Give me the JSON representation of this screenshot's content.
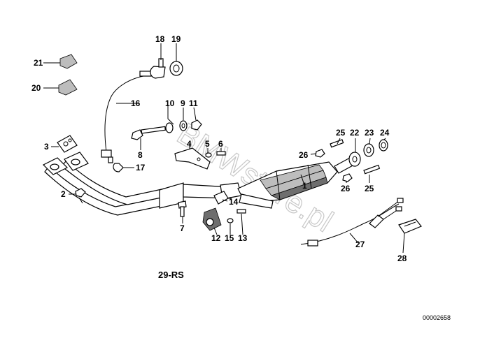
{
  "diagram": {
    "caption": "29-RS",
    "document_number": "00002658",
    "watermark": "BMWstore.pl",
    "labels": {
      "p1": "1",
      "p2": "2",
      "p3": "3",
      "p4": "4",
      "p5": "5",
      "p6": "6",
      "p7": "7",
      "p8": "8",
      "p9": "9",
      "p10": "10",
      "p11": "11",
      "p12": "12",
      "p13": "13",
      "p14": "14",
      "p15": "15",
      "p16": "16",
      "p17": "17",
      "p18": "18",
      "p19": "19",
      "p20": "20",
      "p21": "21",
      "p22": "22",
      "p23": "23",
      "p24": "24",
      "p25a": "25",
      "p25b": "25",
      "p26a": "26",
      "p26b": "26",
      "p27": "27",
      "p28": "28"
    }
  }
}
